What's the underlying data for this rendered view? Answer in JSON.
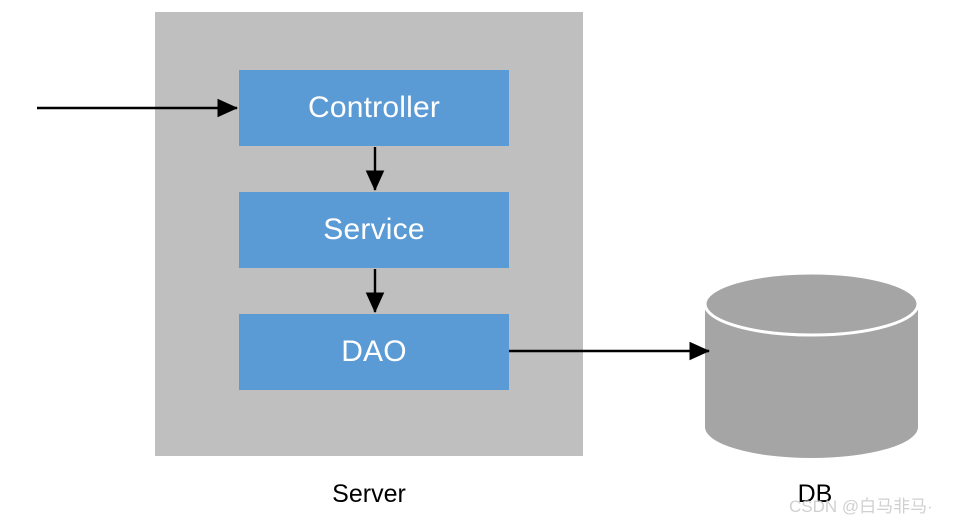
{
  "diagram": {
    "title": "Server to DB layered architecture diagram",
    "type": "block-flow",
    "background_color": "#FFFFFF",
    "server": {
      "caption": "Server",
      "fill_color": "#BFBFBF",
      "layers": [
        {
          "label": "Controller",
          "fill_color": "#5B9BD5",
          "text_color": "#FFFFFF"
        },
        {
          "label": "Service",
          "fill_color": "#5B9BD5",
          "text_color": "#FFFFFF"
        },
        {
          "label": "DAO",
          "fill_color": "#5B9BD5",
          "text_color": "#FFFFFF"
        }
      ]
    },
    "database": {
      "caption": "DB",
      "fill_color": "#A5A5A5",
      "shape": "cylinder"
    },
    "connectors": [
      {
        "name": "request-in",
        "from": "external",
        "to": "Controller",
        "direction": "right"
      },
      {
        "name": "controller-service",
        "from": "Controller",
        "to": "Service",
        "direction": "down"
      },
      {
        "name": "service-dao",
        "from": "Service",
        "to": "DAO",
        "direction": "down"
      },
      {
        "name": "dao-db",
        "from": "DAO",
        "to": "DB",
        "direction": "right"
      }
    ],
    "arrow_color": "#000000",
    "watermark": "CSDN @白马非马·"
  }
}
